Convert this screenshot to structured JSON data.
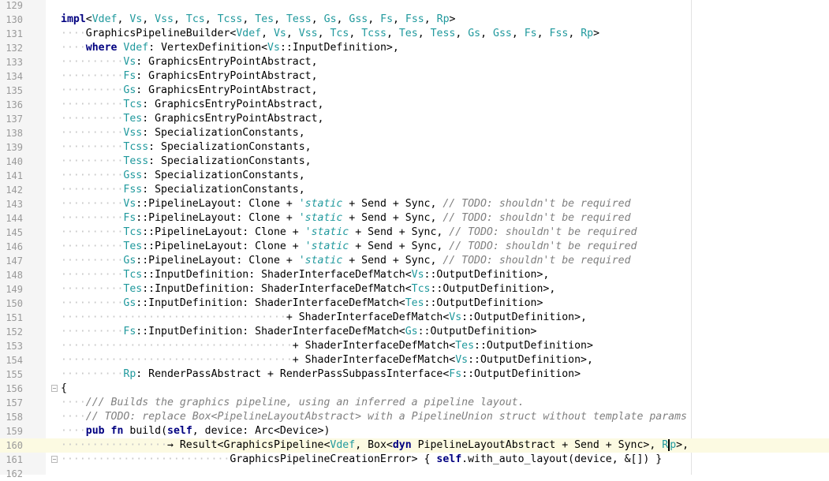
{
  "editor": {
    "language": "rust",
    "current_line": 160,
    "colors": {
      "keyword": "#000080",
      "type_param": "#20999d",
      "lifetime": "#20999d",
      "comment": "#808080",
      "whitespace_dot": "#c8c8c8",
      "text": "#000000",
      "line_number": "#9a9a9a",
      "current_line_bg": "#fcfae2"
    },
    "fold_markers": [
      156,
      161
    ],
    "lines": [
      {
        "n": "129",
        "indent": 0,
        "text": ""
      },
      {
        "n": "130",
        "indent": 0,
        "text": "impl<Vdef, Vs, Vss, Tcs, Tcss, Tes, Tess, Gs, Gss, Fs, Fss, Rp>"
      },
      {
        "n": "131",
        "indent": 4,
        "text": "GraphicsPipelineBuilder<Vdef, Vs, Vss, Tcs, Tcss, Tes, Tess, Gs, Gss, Fs, Fss, Rp>"
      },
      {
        "n": "132",
        "indent": 4,
        "text": "where Vdef: VertexDefinition<Vs::InputDefinition>,"
      },
      {
        "n": "133",
        "indent": 10,
        "text": "Vs: GraphicsEntryPointAbstract,"
      },
      {
        "n": "134",
        "indent": 10,
        "text": "Fs: GraphicsEntryPointAbstract,"
      },
      {
        "n": "135",
        "indent": 10,
        "text": "Gs: GraphicsEntryPointAbstract,"
      },
      {
        "n": "136",
        "indent": 10,
        "text": "Tcs: GraphicsEntryPointAbstract,"
      },
      {
        "n": "137",
        "indent": 10,
        "text": "Tes: GraphicsEntryPointAbstract,"
      },
      {
        "n": "138",
        "indent": 10,
        "text": "Vss: SpecializationConstants,"
      },
      {
        "n": "139",
        "indent": 10,
        "text": "Tcss: SpecializationConstants,"
      },
      {
        "n": "140",
        "indent": 10,
        "text": "Tess: SpecializationConstants,"
      },
      {
        "n": "141",
        "indent": 10,
        "text": "Gss: SpecializationConstants,"
      },
      {
        "n": "142",
        "indent": 10,
        "text": "Fss: SpecializationConstants,"
      },
      {
        "n": "143",
        "indent": 10,
        "text": "Vs::PipelineLayout: Clone + 'static + Send + Sync, // TODO: shouldn't be required"
      },
      {
        "n": "144",
        "indent": 10,
        "text": "Fs::PipelineLayout: Clone + 'static + Send + Sync, // TODO: shouldn't be required"
      },
      {
        "n": "145",
        "indent": 10,
        "text": "Tcs::PipelineLayout: Clone + 'static + Send + Sync, // TODO: shouldn't be required"
      },
      {
        "n": "146",
        "indent": 10,
        "text": "Tes::PipelineLayout: Clone + 'static + Send + Sync, // TODO: shouldn't be required"
      },
      {
        "n": "147",
        "indent": 10,
        "text": "Gs::PipelineLayout: Clone + 'static + Send + Sync, // TODO: shouldn't be required"
      },
      {
        "n": "148",
        "indent": 10,
        "text": "Tcs::InputDefinition: ShaderInterfaceDefMatch<Vs::OutputDefinition>,"
      },
      {
        "n": "149",
        "indent": 10,
        "text": "Tes::InputDefinition: ShaderInterfaceDefMatch<Tcs::OutputDefinition>,"
      },
      {
        "n": "150",
        "indent": 10,
        "text": "Gs::InputDefinition: ShaderInterfaceDefMatch<Tes::OutputDefinition>"
      },
      {
        "n": "151",
        "indent": 36,
        "text": "+ ShaderInterfaceDefMatch<Vs::OutputDefinition>,"
      },
      {
        "n": "152",
        "indent": 10,
        "text": "Fs::InputDefinition: ShaderInterfaceDefMatch<Gs::OutputDefinition>"
      },
      {
        "n": "153",
        "indent": 37,
        "text": "+ ShaderInterfaceDefMatch<Tes::OutputDefinition>"
      },
      {
        "n": "154",
        "indent": 37,
        "text": "+ ShaderInterfaceDefMatch<Vs::OutputDefinition>,"
      },
      {
        "n": "155",
        "indent": 10,
        "text": "Rp: RenderPassAbstract + RenderPassSubpassInterface<Fs::OutputDefinition>"
      },
      {
        "n": "156",
        "indent": 0,
        "text": "{"
      },
      {
        "n": "157",
        "indent": 4,
        "text": "/// Builds the graphics pipeline, using an inferred a pipeline layout."
      },
      {
        "n": "158",
        "indent": 4,
        "text": "// TODO: replace Box<PipelineLayoutAbstract> with a PipelineUnion struct without template params"
      },
      {
        "n": "159",
        "indent": 4,
        "text": "pub fn build(self, device: Arc<Device>)"
      },
      {
        "n": "160",
        "indent": 17,
        "text": "→ Result<GraphicsPipeline<Vdef, Box<dyn PipelineLayoutAbstract + Send + Sync>, Rp>,"
      },
      {
        "n": "161",
        "indent": 27,
        "text": "GraphicsPipelineCreationError> { self.with_auto_layout(device, &[]) }"
      },
      {
        "n": "162",
        "indent": 0,
        "text": ""
      }
    ]
  }
}
